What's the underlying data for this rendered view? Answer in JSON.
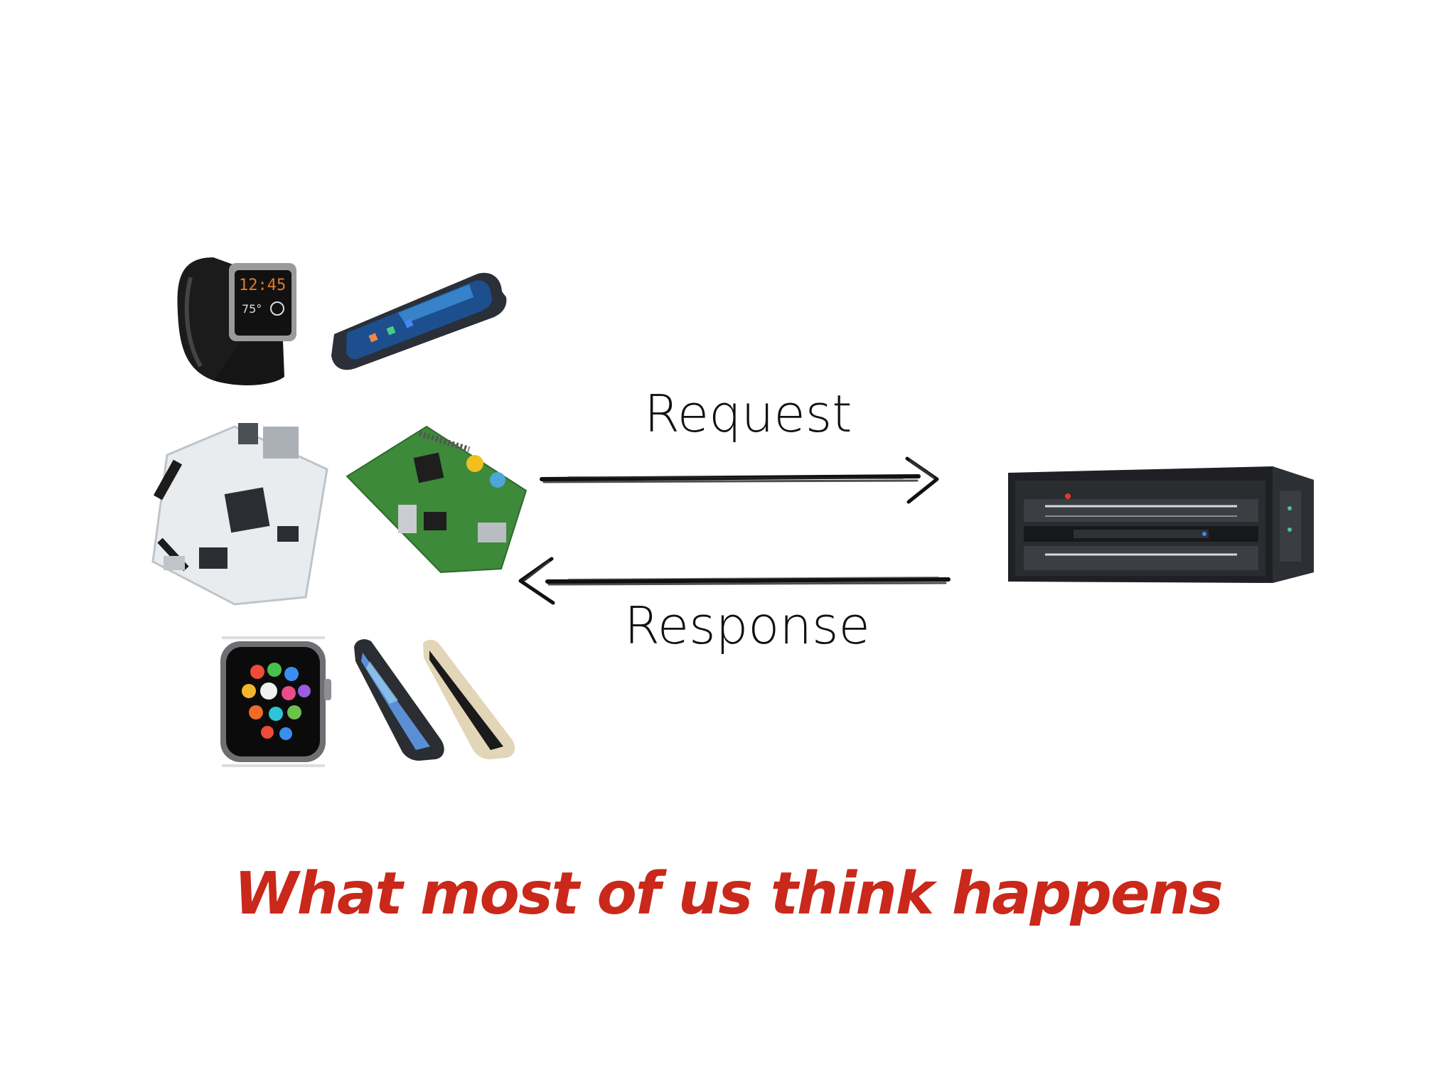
{
  "diagram": {
    "request_label": "Request",
    "response_label": "Response",
    "caption": "What most of us think happens",
    "caption_color": "#c9281a",
    "clients": [
      "smartwatch-icon",
      "smartphone-icon",
      "beaglebone-board-icon",
      "raspberry-pi-board-icon",
      "apple-watch-icon",
      "iphone-icon",
      "iphone-gold-icon"
    ],
    "server": "rack-server-icon"
  }
}
